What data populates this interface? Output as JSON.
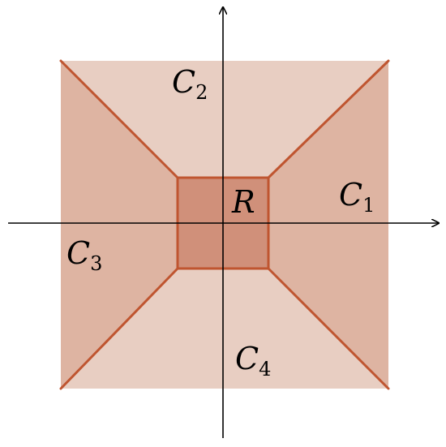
{
  "figure": {
    "colors": {
      "top_bottom_region": "#e8cec2",
      "left_right_region": "#deb4a2",
      "center_square": "#d0907a",
      "edge_stroke": "#bf5530",
      "axis": "#000000"
    },
    "regions": [
      {
        "id": "C1",
        "letter": "C",
        "index": "1"
      },
      {
        "id": "C2",
        "letter": "C",
        "index": "2"
      },
      {
        "id": "C3",
        "letter": "C",
        "index": "3"
      },
      {
        "id": "C4",
        "letter": "C",
        "index": "4"
      }
    ],
    "center_label": "R"
  }
}
